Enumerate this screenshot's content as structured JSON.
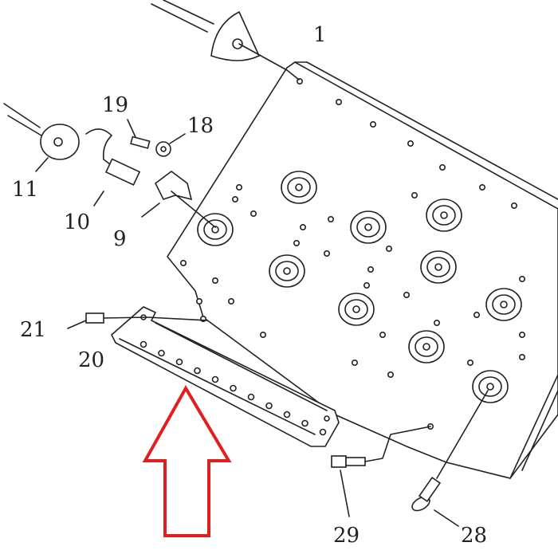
{
  "diagram": {
    "type": "exploded-parts-diagram",
    "part_labels": {
      "p1": "1",
      "p9": "9",
      "p10": "10",
      "p11": "11",
      "p18": "18",
      "p19": "19",
      "p20": "20",
      "p21": "21",
      "p28": "28",
      "p29": "29"
    },
    "highlight": {
      "target_part": "20",
      "arrow_color": "#e02020",
      "direction": "up"
    }
  }
}
